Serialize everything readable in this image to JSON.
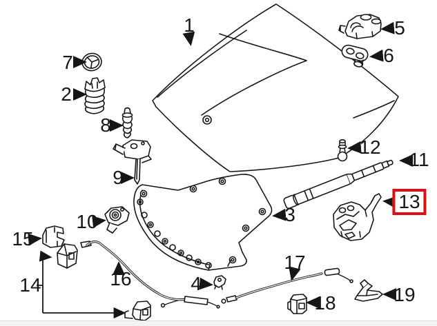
{
  "diagram": {
    "kind": "exploded-parts-diagram",
    "background_color": "#ffffff",
    "line_color": "#161616",
    "highlight_box_color": "#dd1111",
    "footer_strip_color": "#f2f2f3",
    "highlighted_callout": "13"
  },
  "callouts": [
    {
      "label": "1",
      "highlighted": false
    },
    {
      "label": "2",
      "highlighted": false
    },
    {
      "label": "3",
      "highlighted": false
    },
    {
      "label": "4",
      "highlighted": false
    },
    {
      "label": "5",
      "highlighted": false
    },
    {
      "label": "6",
      "highlighted": false
    },
    {
      "label": "7",
      "highlighted": false
    },
    {
      "label": "8",
      "highlighted": false
    },
    {
      "label": "9",
      "highlighted": false
    },
    {
      "label": "10",
      "highlighted": false
    },
    {
      "label": "11",
      "highlighted": false
    },
    {
      "label": "12",
      "highlighted": false
    },
    {
      "label": "13",
      "highlighted": true
    },
    {
      "label": "14",
      "highlighted": false
    },
    {
      "label": "15",
      "highlighted": false
    },
    {
      "label": "16",
      "highlighted": false
    },
    {
      "label": "17",
      "highlighted": false
    },
    {
      "label": "18",
      "highlighted": false
    },
    {
      "label": "19",
      "highlighted": false
    }
  ]
}
